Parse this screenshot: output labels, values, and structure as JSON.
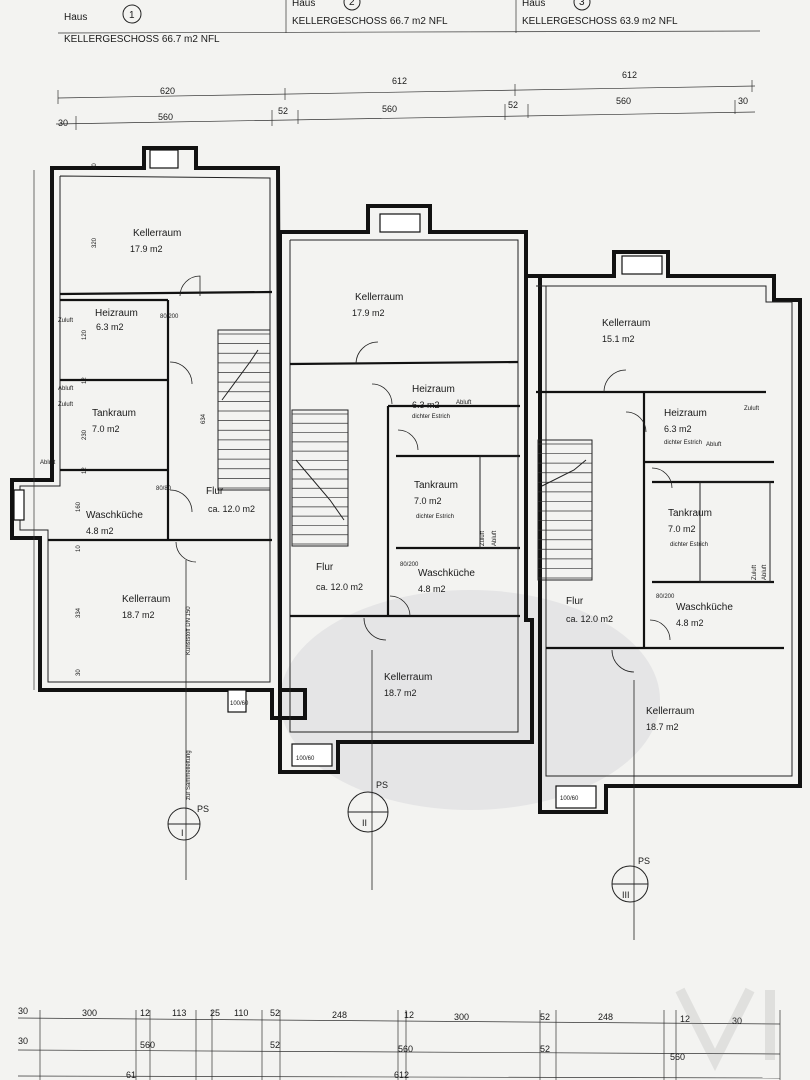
{
  "header": {
    "houses": [
      {
        "title": "Haus",
        "number": "1",
        "subtitle": "KELLERGESCHOSS 66.7 m2 NFL"
      },
      {
        "title": "Haus",
        "number": "2",
        "subtitle": "KELLERGESCHOSS 66.7 m2 NFL"
      },
      {
        "title": "Haus",
        "number": "3",
        "subtitle": "KELLERGESCHOSS 63.9 m2 NFL"
      }
    ]
  },
  "dimensions": {
    "top_total": [
      "620",
      "612",
      "612"
    ],
    "top_detail": [
      "30",
      "560",
      "52",
      "560",
      "52",
      "560",
      "30"
    ],
    "bottom_detail": [
      "30",
      "300",
      "12",
      "113",
      "25",
      "110",
      "52",
      "248",
      "12",
      "300",
      "52",
      "248",
      "12",
      "30"
    ],
    "bottom_mid": [
      "30",
      "560",
      "52",
      "560",
      "52",
      "560"
    ],
    "bottom_total": [
      "61",
      "612"
    ],
    "side": [
      "30",
      "320",
      "120",
      "12",
      "230",
      "12",
      "160",
      "10",
      "334",
      "30"
    ],
    "stair_length": "634"
  },
  "haus1": {
    "rooms": [
      {
        "name": "Kellerraum",
        "area": "17.9 m2"
      },
      {
        "name": "Heizraum",
        "area": "6.3 m2"
      },
      {
        "name": "Tankraum",
        "area": "7.0 m2"
      },
      {
        "name": "Waschküche",
        "area": "4.8 m2"
      },
      {
        "name": "Flur",
        "area": "ca. 12.0 m2"
      },
      {
        "name": "Kellerraum",
        "area": "18.7 m2"
      }
    ],
    "notes": [
      "Zuluft",
      "Abluft",
      "Zuluft",
      "Abluft",
      "Kunststoff DN 150",
      "zur Sammelleitung",
      "PS",
      "I"
    ]
  },
  "haus2": {
    "rooms": [
      {
        "name": "Kellerraum",
        "area": "17.9 m2"
      },
      {
        "name": "Heizraum",
        "area": "6.3 m2"
      },
      {
        "name": "Tankraum",
        "area": "7.0 m2"
      },
      {
        "name": "Flur",
        "area": "ca. 12.0 m2"
      },
      {
        "name": "Waschküche",
        "area": "4.8 m2"
      },
      {
        "name": "Kellerraum",
        "area": "18.7 m2"
      }
    ],
    "notes": [
      "dichter Estrich",
      "dichter Estrich",
      "Abluft",
      "Zuluft",
      "Abluft",
      "PS",
      "II"
    ]
  },
  "haus3": {
    "rooms": [
      {
        "name": "Kellerraum",
        "area": "15.1 m2"
      },
      {
        "name": "Heizraum",
        "area": "6.3 m2"
      },
      {
        "name": "Tankraum",
        "area": "7.0 m2"
      },
      {
        "name": "Flur",
        "area": "ca. 12.0 m2"
      },
      {
        "name": "Waschküche",
        "area": "4.8 m2"
      },
      {
        "name": "Kellerraum",
        "area": "18.7 m2"
      }
    ],
    "notes": [
      "dichter Estrich",
      "dichter Estrich",
      "Abluft",
      "Zuluft",
      "Abluft",
      "Zuluft",
      "PS",
      "III"
    ]
  },
  "openings": [
    "80/80",
    "80/200",
    "80/200",
    "100/60",
    "100/60",
    "100/60"
  ]
}
